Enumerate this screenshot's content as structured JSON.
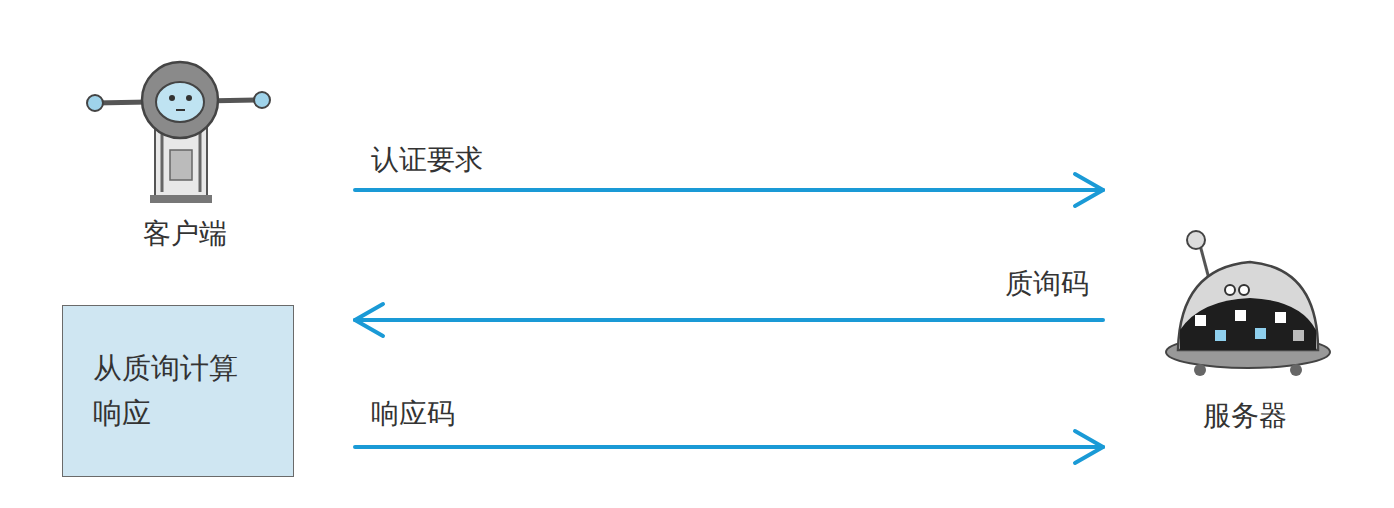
{
  "diagram": {
    "nodes": [
      {
        "text": [
          "客户端"
        ]
      },
      {
        "text": [
          "从质询计算 响应"
        ]
      },
      {
        "text": [
          "服务器"
        ]
      }
    ],
    "edges": [
      {
        "from": 0,
        "to": 2,
        "label": "认证要求",
        "arrow": "to"
      },
      {
        "from": 2,
        "to": 0,
        "label": "质询码",
        "arrow": "to"
      },
      {
        "from": 0,
        "to": 2,
        "label": "响应码",
        "arrow": "to"
      }
    ]
  }
}
